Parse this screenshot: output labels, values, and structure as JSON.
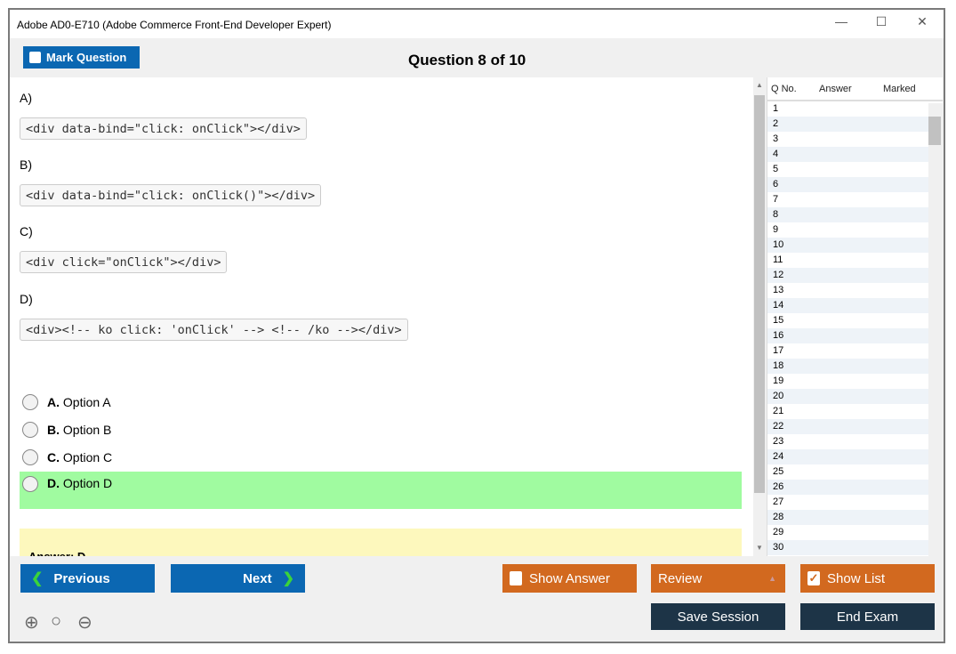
{
  "window": {
    "title": "Adobe AD0-E710 (Adobe Commerce Front-End Developer Expert)",
    "minimize": "—",
    "maximize": "☐",
    "close": "✕"
  },
  "toolbar": {
    "mark_label": "Mark Question",
    "question_counter": "Question 8 of 10"
  },
  "question": {
    "choices": [
      {
        "label": "A)",
        "code": "<div data-bind=\"click: onClick\"></div>"
      },
      {
        "label": "B)",
        "code": "<div data-bind=\"click: onClick()\"></div>"
      },
      {
        "label": "C)",
        "code": "<div click=\"onClick\"></div>"
      },
      {
        "label": "D)",
        "code": "<div><!-- ko click: 'onClick' --> <!-- /ko --></div>"
      }
    ],
    "options": [
      {
        "letter": "A.",
        "text": "Option A",
        "selected": false
      },
      {
        "letter": "B.",
        "text": "Option B",
        "selected": false
      },
      {
        "letter": "C.",
        "text": "Option C",
        "selected": false
      },
      {
        "letter": "D.",
        "text": "Option D",
        "selected": false,
        "highlighted": true
      }
    ],
    "answer_text": "Answer: D"
  },
  "list": {
    "headers": [
      "Q No.",
      "Answer",
      "Marked"
    ],
    "rows": [
      "1",
      "2",
      "3",
      "4",
      "5",
      "6",
      "7",
      "8",
      "9",
      "10",
      "11",
      "12",
      "13",
      "14",
      "15",
      "16",
      "17",
      "18",
      "19",
      "20",
      "21",
      "22",
      "23",
      "24",
      "25",
      "26",
      "27",
      "28",
      "29",
      "30"
    ]
  },
  "footer": {
    "previous": "Previous",
    "next": "Next",
    "show_answer": "Show Answer",
    "show_answer_checked": false,
    "review": "Review",
    "show_list": "Show List",
    "show_list_checked": true,
    "save_session": "Save Session",
    "end_exam": "End Exam"
  },
  "colors": {
    "blue": "#0b67b2",
    "orange": "#d2691f",
    "dark": "#1d3447",
    "correct": "#a0fba0",
    "answer_bg": "#fdf8bd"
  }
}
